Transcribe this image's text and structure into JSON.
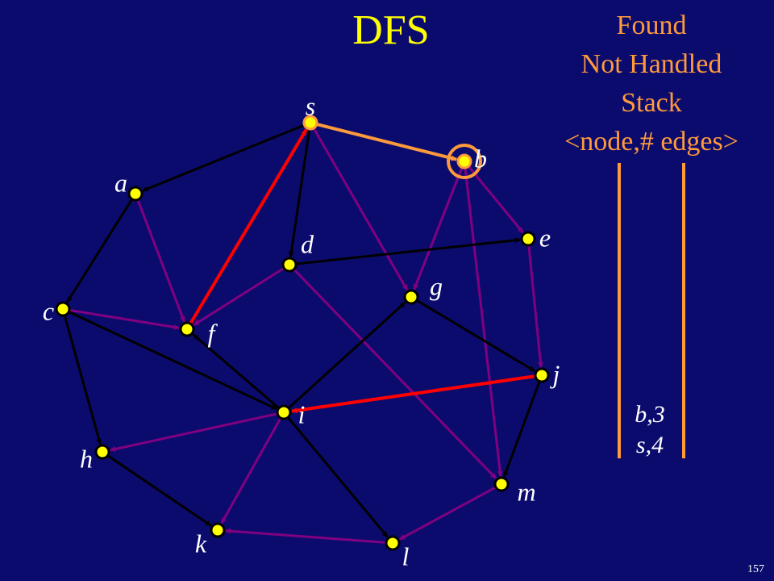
{
  "title": "DFS",
  "legend": {
    "line1": "Found",
    "line2": "Not Handled",
    "line3": "Stack",
    "line4": "<node,# edges>"
  },
  "stack": [
    "b,3",
    "s,4"
  ],
  "page_number": "157",
  "colors": {
    "background": "#0b0b6e",
    "node_fill": "#ffff00",
    "node_stroke": "#000000",
    "edge_default": "#800080",
    "edge_tree": "#000000",
    "edge_back": "#ff0000",
    "edge_current": "#ff9a3c",
    "highlight": "#ff9a3c",
    "title": "#ffff00"
  },
  "graph": {
    "nodes": [
      {
        "id": "s",
        "label": "s"
      },
      {
        "id": "a",
        "label": "a"
      },
      {
        "id": "b",
        "label": "b"
      },
      {
        "id": "c",
        "label": "c"
      },
      {
        "id": "d",
        "label": "d"
      },
      {
        "id": "e",
        "label": "e"
      },
      {
        "id": "f",
        "label": "f"
      },
      {
        "id": "g",
        "label": "g"
      },
      {
        "id": "h",
        "label": "h"
      },
      {
        "id": "i",
        "label": "i"
      },
      {
        "id": "j",
        "label": "j"
      },
      {
        "id": "k",
        "label": "k"
      },
      {
        "id": "l",
        "label": "l"
      },
      {
        "id": "m",
        "label": "m"
      }
    ],
    "edges": [
      {
        "from": "s",
        "to": "a",
        "type": "tree"
      },
      {
        "from": "s",
        "to": "d",
        "type": "tree"
      },
      {
        "from": "s",
        "to": "g",
        "type": "default"
      },
      {
        "from": "s",
        "to": "b",
        "type": "current"
      },
      {
        "from": "a",
        "to": "c",
        "type": "tree"
      },
      {
        "from": "a",
        "to": "f",
        "type": "default"
      },
      {
        "from": "b",
        "to": "e",
        "type": "default"
      },
      {
        "from": "b",
        "to": "g",
        "type": "default"
      },
      {
        "from": "b",
        "to": "m",
        "type": "default"
      },
      {
        "from": "c",
        "to": "f",
        "type": "default"
      },
      {
        "from": "c",
        "to": "i",
        "type": "tree"
      },
      {
        "from": "c",
        "to": "h",
        "type": "tree"
      },
      {
        "from": "d",
        "to": "e",
        "type": "tree"
      },
      {
        "from": "d",
        "to": "f",
        "type": "default"
      },
      {
        "from": "d",
        "to": "m",
        "type": "default"
      },
      {
        "from": "e",
        "to": "j",
        "type": "default"
      },
      {
        "from": "f",
        "to": "s",
        "type": "back"
      },
      {
        "from": "g",
        "to": "j",
        "type": "tree"
      },
      {
        "from": "i",
        "to": "g",
        "type": "tree"
      },
      {
        "from": "i",
        "to": "f",
        "type": "tree"
      },
      {
        "from": "i",
        "to": "h",
        "type": "default"
      },
      {
        "from": "i",
        "to": "k",
        "type": "default"
      },
      {
        "from": "i",
        "to": "l",
        "type": "tree"
      },
      {
        "from": "h",
        "to": "k",
        "type": "tree"
      },
      {
        "from": "j",
        "to": "m",
        "type": "tree"
      },
      {
        "from": "j",
        "to": "i",
        "type": "back"
      },
      {
        "from": "m",
        "to": "l",
        "type": "default"
      },
      {
        "from": "l",
        "to": "k",
        "type": "default"
      }
    ],
    "highlighted_node": "b"
  }
}
